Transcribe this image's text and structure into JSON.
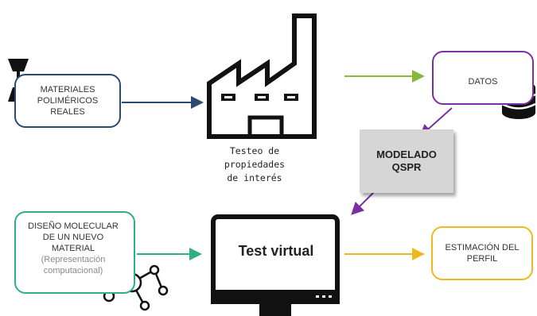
{
  "boxes": {
    "materiales": "MATERIALES\nPOLIMÉRICOS\nREALES",
    "datos": "DATOS",
    "diseno_main": "DISEÑO MOLECULAR DE UN NUEVO MATERIAL",
    "diseno_sub": "(Representación computacional)",
    "estimacion": "ESTIMACIÓN DEL\nPERFIL"
  },
  "factory_caption_line1": "Testeo de propiedades",
  "factory_caption_line2": "de interés",
  "qspr_line1": "MODELADO",
  "qspr_line2": "QSPR",
  "monitor_label": "Test virtual",
  "colors": {
    "navy": "#2b4a6f",
    "green_arrow": "#8ab83c",
    "purple": "#7a30a0",
    "teal": "#2fae8b",
    "yellow": "#f0b820"
  }
}
